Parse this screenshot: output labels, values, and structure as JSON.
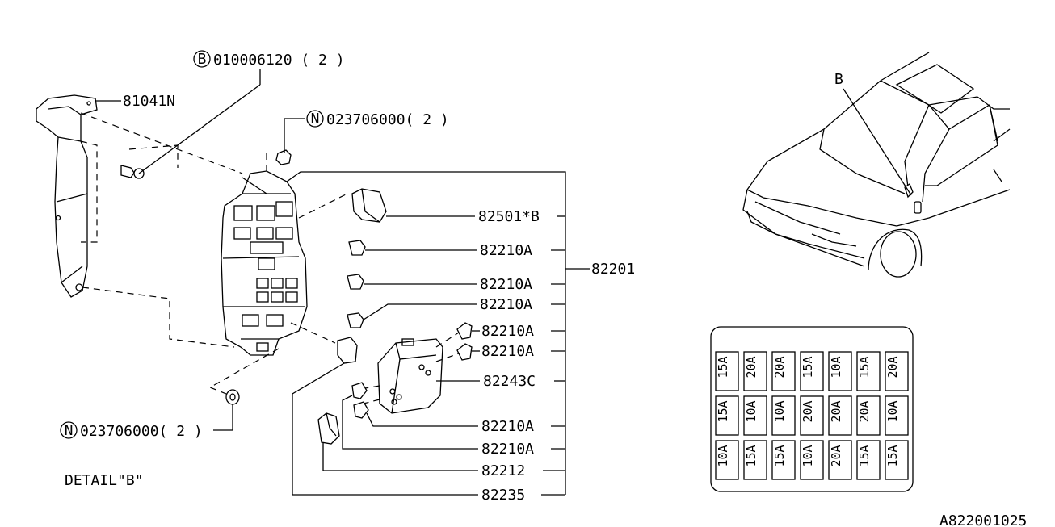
{
  "bolt_callout": {
    "marker": "B",
    "text": "010006120 ( 2 )"
  },
  "nut_callout_top": {
    "marker": "N",
    "text": "023706000( 2 )"
  },
  "nut_callout_bottom": {
    "marker": "N",
    "text": "023706000( 2 )"
  },
  "bracket_label": "81041N",
  "part_labels": [
    "82501*B",
    "82210A",
    "82210A",
    "82210A",
    "82210A",
    "82210A",
    "82243C",
    "82210A",
    "82210A",
    "82212",
    "82235"
  ],
  "assembly_label": "82201",
  "detail_label": "DETAIL\"B\"",
  "car_view_label": "B",
  "diagram_id": "A822001025",
  "fuse_rows": [
    [
      "15A",
      "20A",
      "20A",
      "15A",
      "10A",
      "15A",
      "20A"
    ],
    [
      "15A",
      "10A",
      "10A",
      "20A",
      "20A",
      "20A",
      "10A"
    ],
    [
      "10A",
      "15A",
      "15A",
      "10A",
      "20A",
      "15A",
      "15A"
    ]
  ]
}
